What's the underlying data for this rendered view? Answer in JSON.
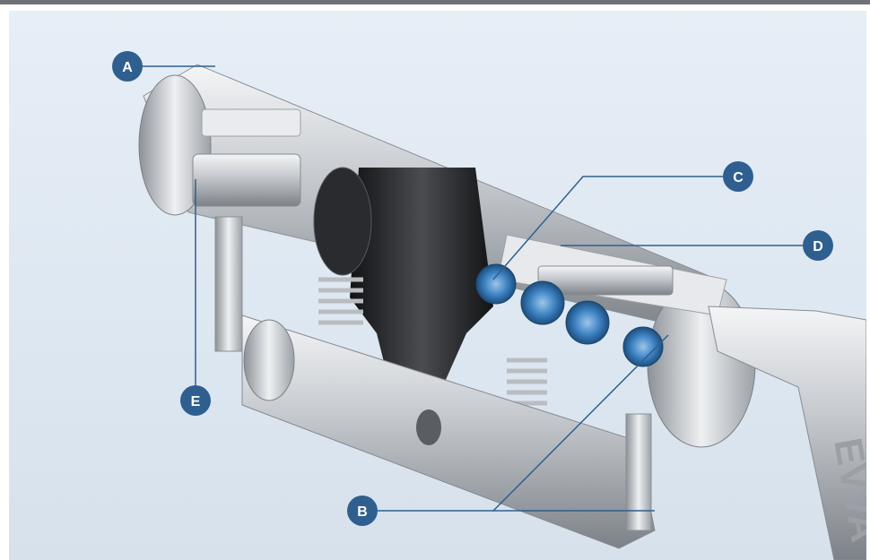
{
  "diagram": {
    "markers": [
      {
        "id": "A",
        "label": "A"
      },
      {
        "id": "B",
        "label": "B"
      },
      {
        "id": "C",
        "label": "C"
      },
      {
        "id": "D",
        "label": "D"
      },
      {
        "id": "E",
        "label": "E"
      }
    ],
    "key_text": "EVVA",
    "colors": {
      "marker": "#2f5f8f",
      "leader": "#2f5f8f",
      "background": "#e3ebf4",
      "rotor": "#3a7fc0",
      "metal": "#c8ccd1"
    }
  }
}
